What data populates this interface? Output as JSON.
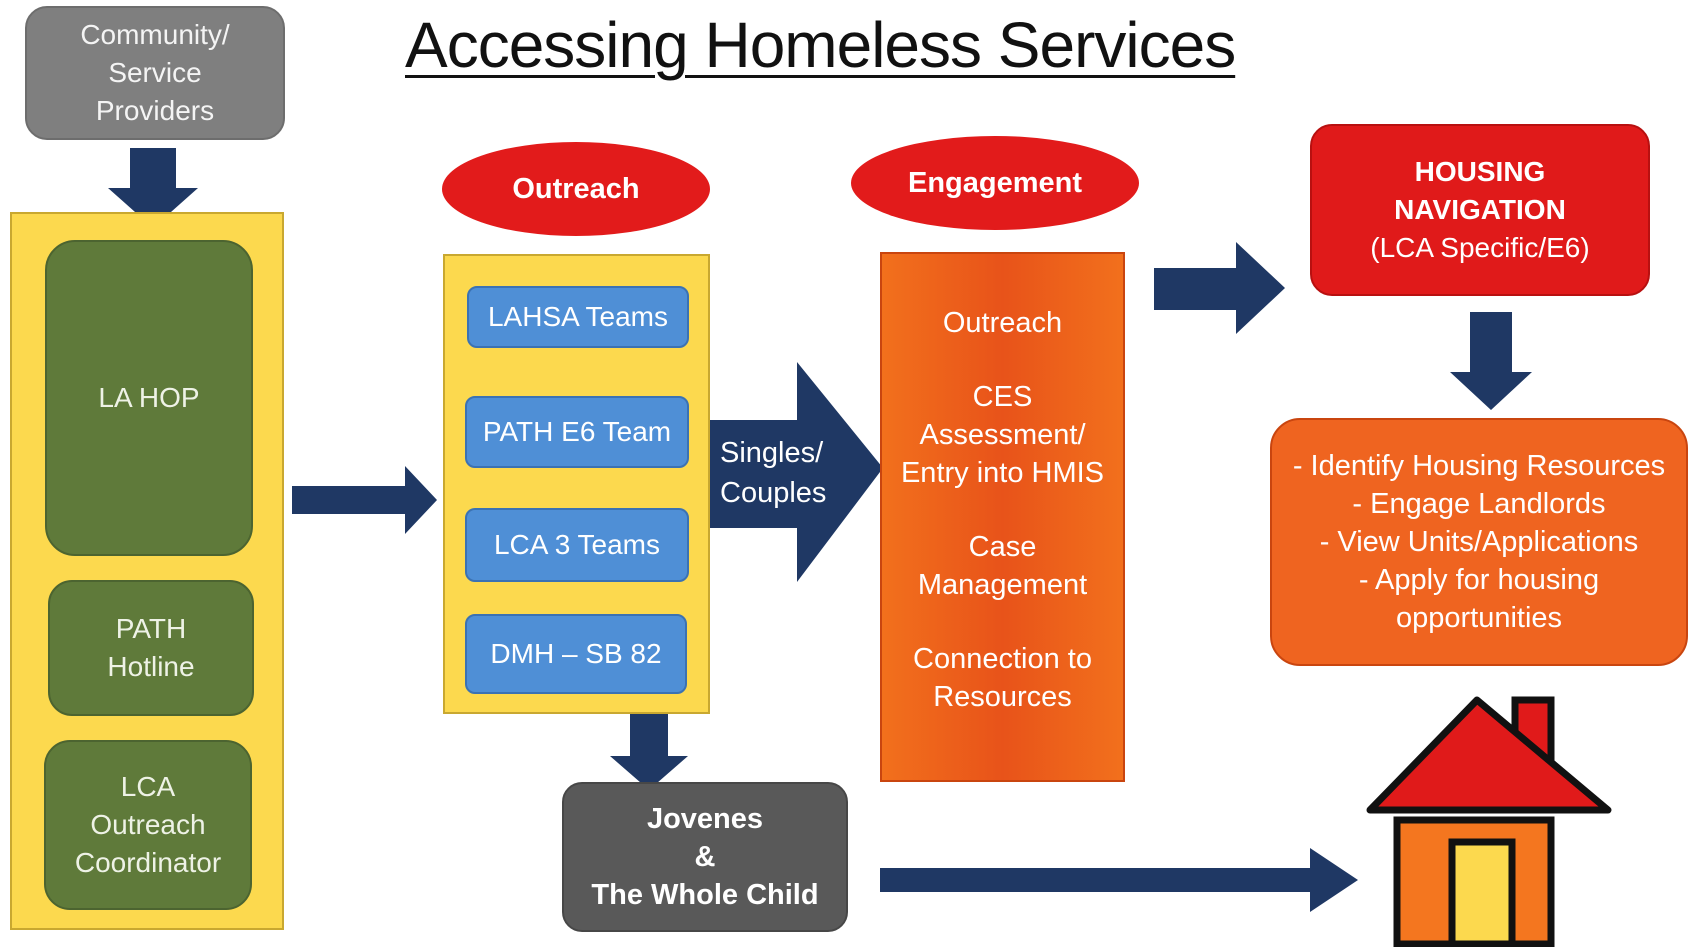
{
  "title": "Accessing Homeless Services",
  "community": {
    "line1": "Community/",
    "line2": "Service",
    "line3": "Providers"
  },
  "left_items": [
    {
      "label": "LA HOP"
    },
    {
      "line1": "PATH",
      "line2": "Hotline"
    },
    {
      "line1": "LCA",
      "line2": "Outreach",
      "line3": "Coordinator"
    }
  ],
  "outreach": {
    "header": "Outreach",
    "teams": [
      "LAHSA Teams",
      "PATH E6 Team",
      "LCA 3 Teams",
      "DMH – SB 82"
    ]
  },
  "arrow_label": {
    "line1": "Singles/",
    "line2": "Couples"
  },
  "engagement": {
    "header": "Engagement",
    "items": [
      {
        "line1": "Outreach"
      },
      {
        "line1": "CES",
        "line2": "Assessment/",
        "line3": "Entry into HMIS"
      },
      {
        "line1": "Case",
        "line2": "Management"
      },
      {
        "line1": "Connection to",
        "line2": "Resources"
      }
    ]
  },
  "jovenes": {
    "line1": "Jovenes",
    "line2": "&",
    "line3": "The Whole Child"
  },
  "housing_nav": {
    "line1": "HOUSING",
    "line2": "NAVIGATION",
    "line3": "(LCA Specific/E6)"
  },
  "housing_steps": [
    "- Identify Housing Resources",
    "- Engage Landlords",
    "- View Units/Applications",
    "- Apply for housing",
    "opportunities"
  ],
  "colors": {
    "arrow": "#1f3864",
    "yellow": "#fcd94e",
    "green": "#5f7a3a",
    "blue": "#4f8fd6",
    "red": "#e01a1a",
    "orange": "#ef6420",
    "gray": "#7f7f7f"
  },
  "icons": [
    "house-icon"
  ]
}
